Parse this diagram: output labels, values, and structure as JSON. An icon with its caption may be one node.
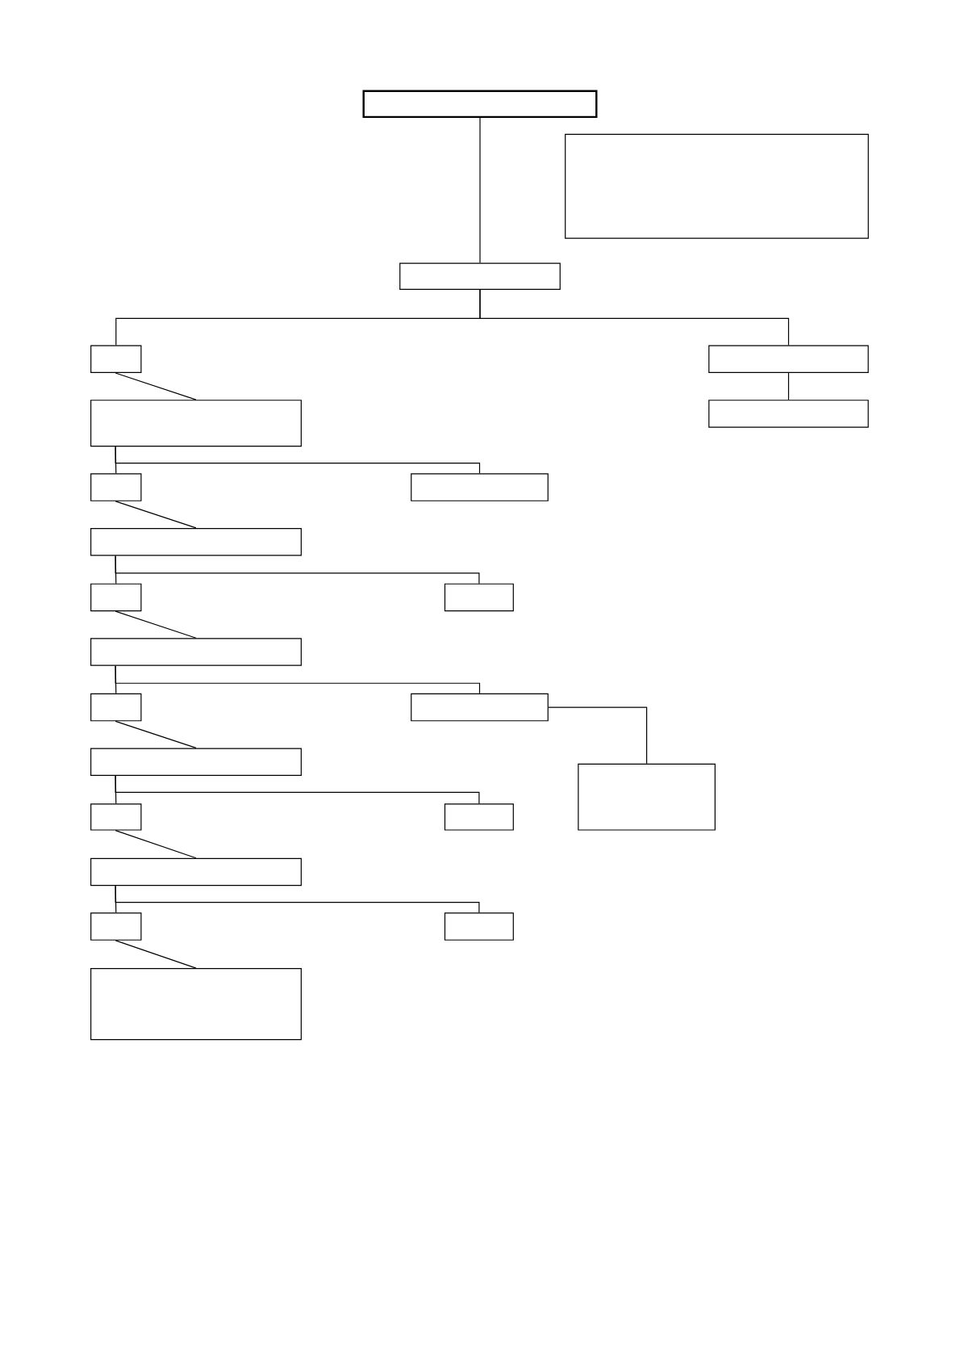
{
  "diagram": {
    "nodes": [
      {
        "text": [],
        "shape": "box"
      },
      {
        "text": [],
        "shape": "box"
      },
      {
        "text": [],
        "shape": "box"
      },
      {
        "text": [],
        "shape": "box"
      },
      {
        "text": [],
        "shape": "box"
      },
      {
        "text": [],
        "shape": "box"
      },
      {
        "text": [],
        "shape": "box"
      },
      {
        "text": [],
        "shape": "box"
      },
      {
        "text": [],
        "shape": "box"
      },
      {
        "text": [],
        "shape": "box"
      },
      {
        "text": [],
        "shape": "box"
      },
      {
        "text": [],
        "shape": "box"
      },
      {
        "text": [],
        "shape": "box"
      },
      {
        "text": [],
        "shape": "box"
      },
      {
        "text": [],
        "shape": "box"
      },
      {
        "text": [],
        "shape": "box"
      },
      {
        "text": [],
        "shape": "box"
      },
      {
        "text": [],
        "shape": "box"
      },
      {
        "text": [],
        "shape": "box"
      },
      {
        "text": [],
        "shape": "box"
      },
      {
        "text": [],
        "shape": "box"
      },
      {
        "text": [],
        "shape": "box"
      },
      {
        "text": [],
        "shape": "box"
      }
    ],
    "edges": [
      {
        "from": 0,
        "to": 2,
        "arrow": "none"
      },
      {
        "from": 2,
        "to": 3,
        "arrow": "none"
      },
      {
        "from": 2,
        "to": 4,
        "arrow": "none"
      },
      {
        "from": 4,
        "to": 5,
        "arrow": "none"
      },
      {
        "from": 3,
        "to": 6,
        "arrow": "none"
      },
      {
        "from": 6,
        "to": 7,
        "arrow": "none"
      },
      {
        "from": 6,
        "to": 8,
        "arrow": "none"
      },
      {
        "from": 7,
        "to": 9,
        "arrow": "none"
      },
      {
        "from": 9,
        "to": 10,
        "arrow": "none"
      },
      {
        "from": 9,
        "to": 11,
        "arrow": "none"
      },
      {
        "from": 10,
        "to": 12,
        "arrow": "none"
      },
      {
        "from": 12,
        "to": 13,
        "arrow": "none"
      },
      {
        "from": 12,
        "to": 14,
        "arrow": "none"
      },
      {
        "from": 14,
        "to": 16,
        "arrow": "none"
      },
      {
        "from": 13,
        "to": 15,
        "arrow": "none"
      },
      {
        "from": 15,
        "to": 17,
        "arrow": "none"
      },
      {
        "from": 15,
        "to": 18,
        "arrow": "none"
      },
      {
        "from": 17,
        "to": 19,
        "arrow": "none"
      },
      {
        "from": 19,
        "to": 20,
        "arrow": "none"
      },
      {
        "from": 19,
        "to": 21,
        "arrow": "none"
      },
      {
        "from": 20,
        "to": 22,
        "arrow": "none"
      }
    ]
  }
}
